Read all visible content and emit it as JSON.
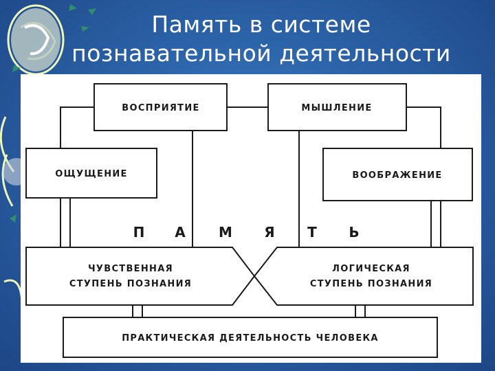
{
  "slide": {
    "title_line1": "Память в системе",
    "title_line2": "познавательной деятельности"
  },
  "diagram": {
    "perception": "ВОСПРИЯТИЕ",
    "thinking": "МЫШЛЕНИЕ",
    "sensation": "ОЩУЩЕНИЕ",
    "imagination": "ВООБРАЖЕНИЕ",
    "memory_letters": [
      "П",
      "А",
      "М",
      "Я",
      "Т",
      "Ь"
    ],
    "sensory_line1": "ЧУВСТВЕННАЯ",
    "sensory_line2": "СТУПЕНЬ ПОЗНАНИЯ",
    "logical_line1": "ЛОГИЧЕСКАЯ",
    "logical_line2": "СТУПЕНЬ ПОЗНАНИЯ",
    "practice": "ПРАКТИЧЕСКАЯ ДЕЯТЕЛЬНОСТЬ ЧЕЛОВЕКА"
  },
  "colors": {
    "background": "#2c63a8",
    "panel": "#ffffff",
    "ink": "#1a1a1a"
  }
}
